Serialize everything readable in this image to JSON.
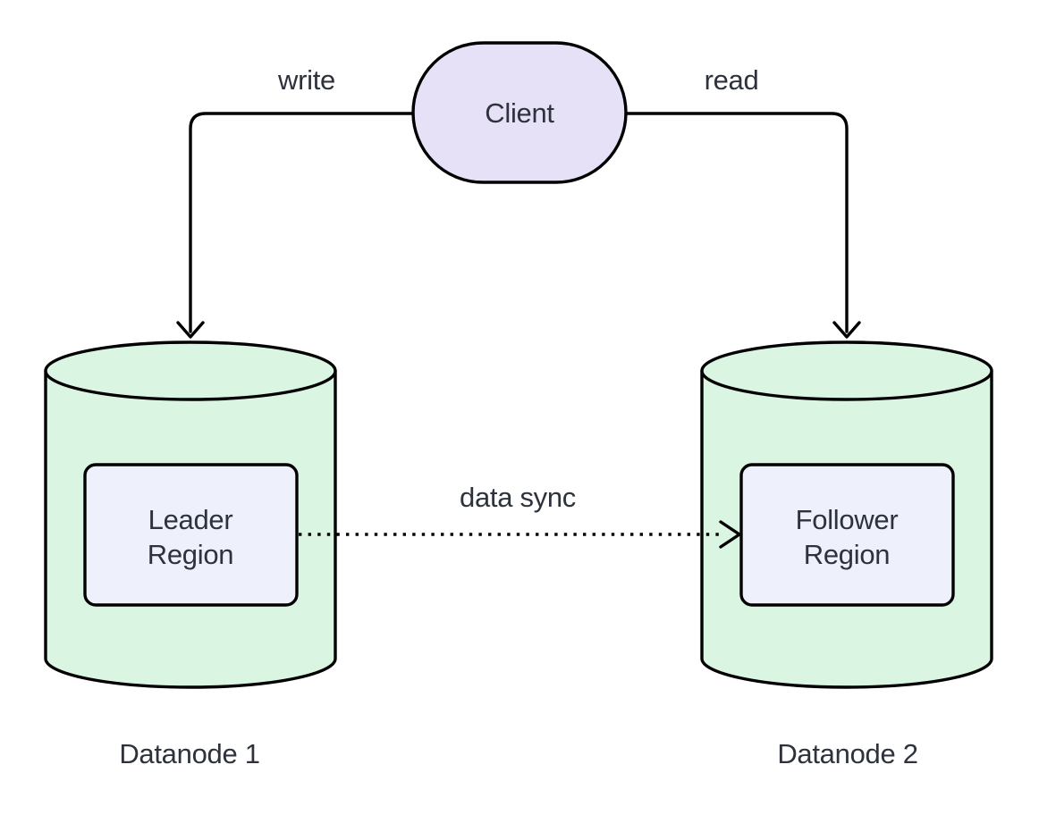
{
  "nodes": {
    "client": {
      "label": "Client",
      "shape": "stadium"
    },
    "datanode1": {
      "label": "Datanode 1",
      "shape": "cylinder",
      "region": {
        "label": "Leader Region",
        "lines": [
          "Leader",
          "Region"
        ]
      }
    },
    "datanode2": {
      "label": "Datanode 2",
      "shape": "cylinder",
      "region": {
        "label": "Follower Region",
        "lines": [
          "Follower",
          "Region"
        ]
      }
    }
  },
  "edges": {
    "write": {
      "label": "write",
      "from": "Client",
      "to": "Datanode 1",
      "style": "solid-arrow"
    },
    "read": {
      "label": "read",
      "from": "Client",
      "to": "Datanode 2",
      "style": "solid-arrow"
    },
    "data_sync": {
      "label": "data sync",
      "from": "Leader Region",
      "to": "Follower Region",
      "style": "dotted-arrow"
    }
  },
  "colors": {
    "background": "#ffffff",
    "client_fill": "#e7e1f8",
    "cylinder_fill": "#dbf5e3",
    "region_fill": "#eef1fb",
    "line": "#000000",
    "text": "#2d323c"
  }
}
